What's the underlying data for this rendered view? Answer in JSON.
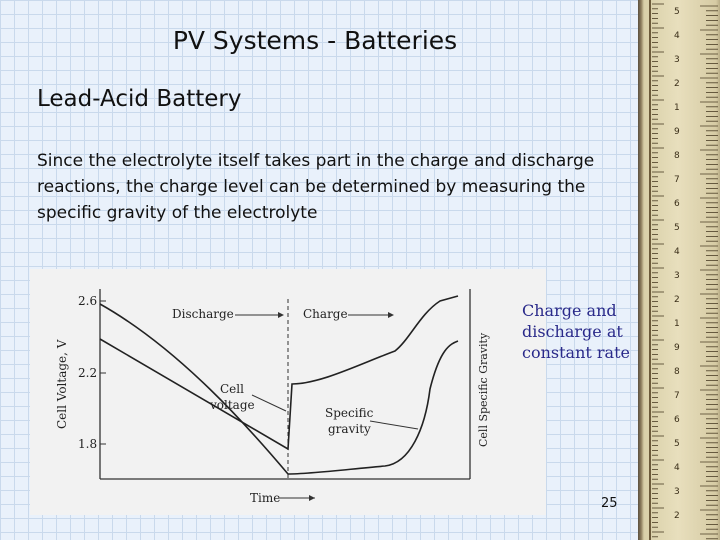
{
  "slide": {
    "title": "PV Systems - Batteries",
    "subtitle": "Lead-Acid Battery",
    "body": "Since the electrolyte itself takes part in the charge and discharge reactions, the charge level can be determined by measuring the specific gravity of the electrolyte",
    "caption": "Charge and discharge at constant rate",
    "page_number": "25"
  },
  "figure": {
    "y_left_label": "Cell Voltage, V",
    "y_right_label": "Cell Specific Gravity",
    "x_label": "Time",
    "y_ticks": [
      "2.6",
      "2.2",
      "1.8"
    ],
    "annotations": {
      "discharge": "Discharge",
      "charge": "Charge",
      "cell_voltage": [
        "Cell",
        "voltage"
      ],
      "specific_gravity": [
        "Specific",
        "gravity"
      ]
    }
  },
  "ruler": {
    "numbers": [
      "5",
      "4",
      "3",
      "2",
      "1",
      "9",
      "8",
      "7",
      "6",
      "5",
      "4",
      "3",
      "2",
      "1",
      "9",
      "8",
      "7",
      "6",
      "5",
      "4",
      "3",
      "2"
    ]
  }
}
